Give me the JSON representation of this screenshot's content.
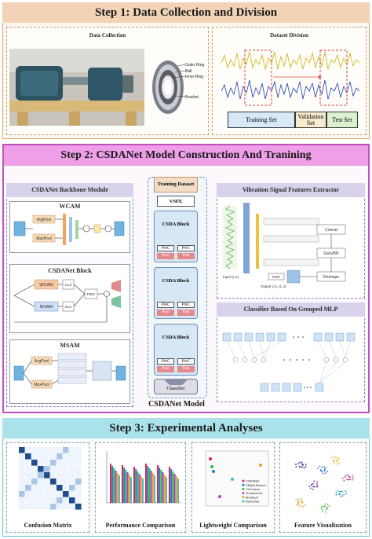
{
  "step1": {
    "title": "Step 1: Data Collection and Division",
    "data_collection": "Data Collection",
    "dataset_division": "Dataset Division",
    "bearing_labels": [
      "Outer Ring",
      "Ball",
      "Inner Ring",
      "Bracket"
    ],
    "splits": [
      "Training Set",
      "Validation Set",
      "Test Set"
    ]
  },
  "step2": {
    "title": "Step 2: CSDANet Model Construction And Tranining",
    "backbone_title": "CSDANet Backbone Module",
    "wcam": "WCAM",
    "avgpool": "AvgPool",
    "maxpool": "MaxPool",
    "block_title": "CSDANet  Block",
    "msam": "MSAM",
    "cls": "CLS",
    "sls": "SLS",
    "pwc": "PWC",
    "pool": "Pool",
    "center": {
      "training_dataset": "Training Dataset",
      "vsfe": "VSFE",
      "csda_block": "CSDA Block",
      "classifier": "Classifier"
    },
    "vsfe_title": "Vibration Signal Features Extractor",
    "vsfe_labels": {
      "concat": "Concat",
      "gelu_bn": "Gelu/BN",
      "reshape": "Reshape",
      "input": "Input (L,1)",
      "output": "Output (√L,√L,1)"
    },
    "classifier_title": "Classifier Based On Grouped MLP",
    "model_name": "CSDANet Model"
  },
  "step3": {
    "title": "Step 3: Experimental Analyses",
    "captions": [
      "Confusion Matrix",
      "Performance Comparison",
      "Lightweight Comparison",
      "Feature Visualization"
    ],
    "legend": [
      "CSDANet",
      "CBAM-Resnet",
      "CLFormer",
      "Transformer",
      "Mobilevit",
      "Resnet18"
    ],
    "legend_colors": [
      "#e6224a",
      "#1a7fd1",
      "#2ab84a",
      "#b040c8",
      "#f0a020",
      "#40c0c0"
    ]
  },
  "colors": {
    "step_header": "#f2d3b6",
    "step2_frame": "#c050c0",
    "step2_header": "#ee9fe8",
    "step3_header": "#a9e2ea"
  }
}
